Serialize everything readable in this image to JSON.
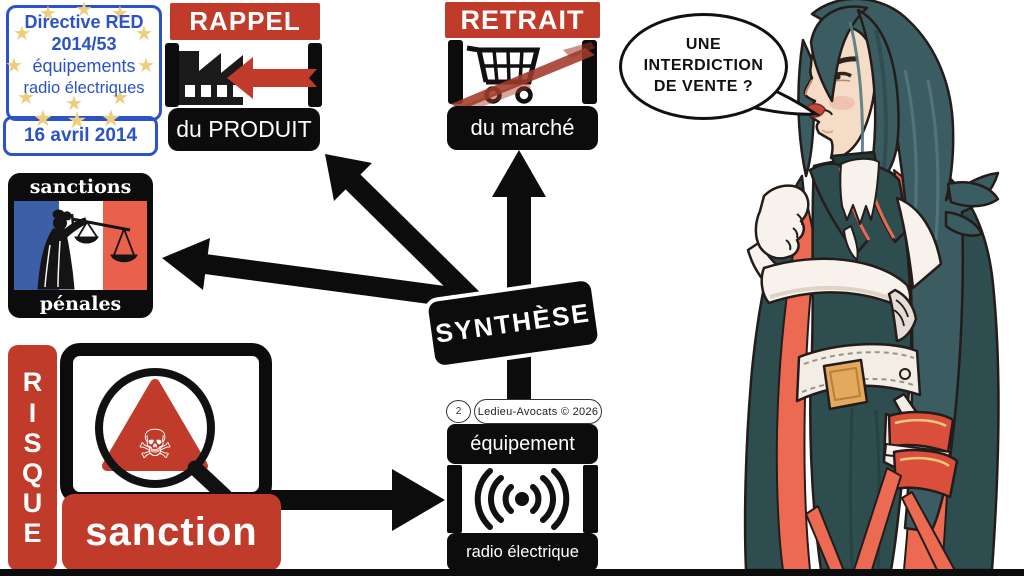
{
  "slide": {
    "directive_box": {
      "line1": "Directive RED",
      "line2": "2014/53",
      "line3": "équipements",
      "line4": "radio électriques",
      "date": "16 avril 2014"
    },
    "rappel_box": {
      "title": "RAPPEL",
      "subtitle": "du PRODUIT"
    },
    "retrait_box": {
      "title": "RETRAIT",
      "subtitle": "du marché"
    },
    "sanctions_box": {
      "top": "sanctions",
      "bottom": "pénales"
    },
    "synthese_label": "SYNTHÈSE",
    "risque": {
      "letters": [
        "R",
        "I",
        "S",
        "Q",
        "U",
        "E"
      ]
    },
    "sanction_label": "sanction",
    "equipement_box": {
      "top": "équipement",
      "bottom": "radio électrique"
    },
    "speech_bubble": {
      "line1": "UNE",
      "line2": "INTERDICTION",
      "line3": "DE VENTE ?"
    },
    "footer": {
      "page_number": "2",
      "credit": "Ledieu-Avocats © 2026"
    }
  },
  "icons": {
    "star": "★",
    "skull": "☠",
    "names": [
      "eu-star-icon",
      "factory-recall-icon",
      "recall-left-arrow-icon",
      "shopping-cart-icon",
      "red-strike-icon",
      "french-flag-icon",
      "justice-scales-icon",
      "magnifier-icon",
      "warning-skull-triangle-icon",
      "radio-waves-icon",
      "speech-bubble",
      "comic-character"
    ]
  },
  "colors": {
    "brick_red": "#c03b2a",
    "black": "#0c0c0c",
    "directive_blue": "#2b52c6",
    "star_gold": "#eecd7c",
    "flag_blue": "#3d5fa8",
    "flag_red": "#e9604b",
    "hair_teal": "#3b5d61",
    "outfit_teal": "#2e4d4f",
    "cape_lining": "#ed6a52",
    "white": "#ffffff"
  }
}
